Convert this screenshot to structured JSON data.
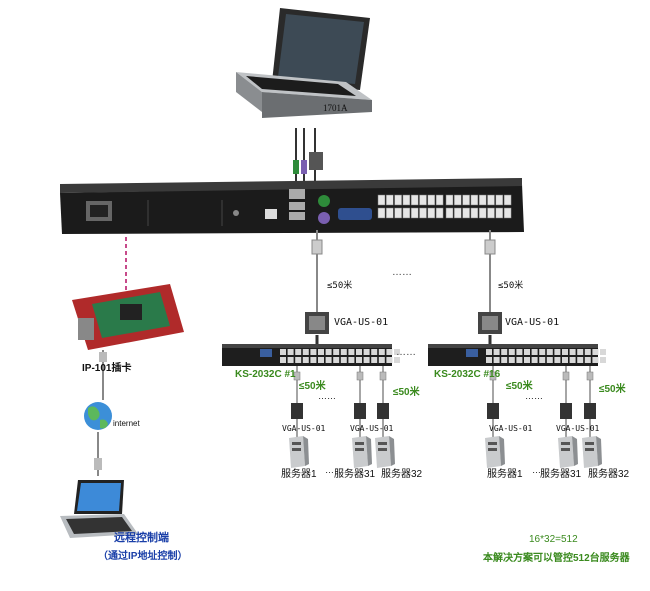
{
  "console": {
    "model": "1701A"
  },
  "cables": {
    "cat_len_main": "≤50米",
    "cat_len_right": "≤50米"
  },
  "adapters": {
    "top_left": "VGA-US-01",
    "top_right": "VGA-US-01"
  },
  "dots_mid": "……",
  "switches": [
    {
      "name": "KS-2032C #1"
    },
    {
      "name": "KS-2032C #16"
    }
  ],
  "server_group_left": {
    "len_a": "≤50米",
    "len_b": "≤50米",
    "vga_a": "VGA-US-01",
    "vga_b": "VGA-US-01",
    "server1": "服务器1",
    "server31": "服务器31",
    "server32": "服务器32",
    "ellipsis_top": "……",
    "ellipsis_bottom": "…"
  },
  "server_group_right": {
    "len_a": "≤50米",
    "len_b": "≤50米",
    "vga_a": "VGA-US-01",
    "vga_b": "VGA-US-01",
    "server1": "服务器1",
    "server31": "服务器31",
    "server32": "服务器32",
    "ellipsis_top": "……",
    "ellipsis_bottom": "…"
  },
  "ip_card": {
    "label": "IP-101插卡"
  },
  "internet": {
    "label": "internet"
  },
  "remote": {
    "title": "远程控制端",
    "subtitle": "（通过IP地址控制）"
  },
  "summary": {
    "formula": "16*32=512",
    "note": "本解决方案可以管控512台服务器"
  }
}
